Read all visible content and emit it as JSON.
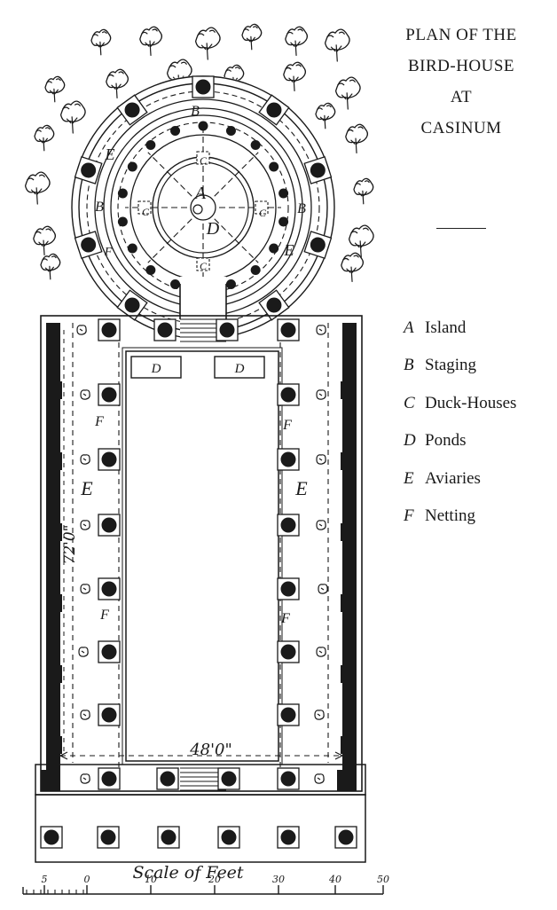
{
  "title": {
    "lines": [
      "PLAN OF THE",
      "BIRD-HOUSE",
      "AT",
      "CASINUM"
    ]
  },
  "legend": [
    {
      "key": "A",
      "label": "Island"
    },
    {
      "key": "B",
      "label": "Staging"
    },
    {
      "key": "C",
      "label": "Duck-Houses"
    },
    {
      "key": "D",
      "label": "Ponds"
    },
    {
      "key": "E",
      "label": "Aviaries"
    },
    {
      "key": "F",
      "label": "Netting"
    }
  ],
  "plan_labels": {
    "A": "A",
    "B": "B",
    "C": "C",
    "D": "D",
    "E": "E",
    "F": "F"
  },
  "dimensions": {
    "length": "72'0\"",
    "width": "48'0\""
  },
  "scale": {
    "caption": "Scale of Feet",
    "ticks": [
      "5",
      "0",
      "10",
      "20",
      "30",
      "40",
      "50"
    ]
  },
  "colors": {
    "ink": "#1a1a1a",
    "paper": "#ffffff"
  }
}
